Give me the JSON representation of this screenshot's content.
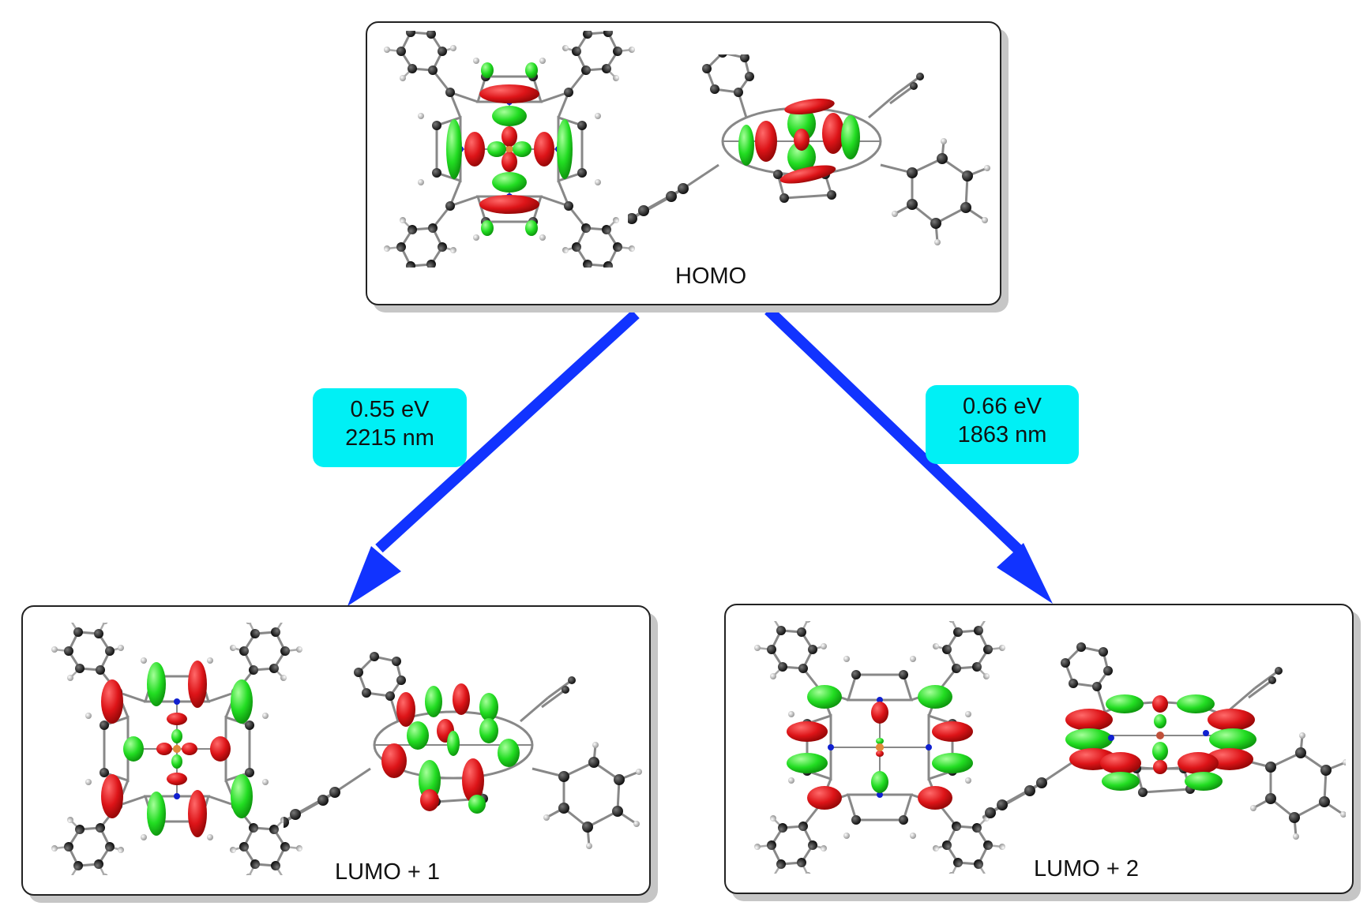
{
  "figure": {
    "type": "molecular-orbital transition diagram",
    "arrow_color": "#1133ff",
    "badge_color": "#00f0f5",
    "lobe_colors": {
      "positive": "#e0151a",
      "negative": "#22dd22"
    },
    "atom_colors": {
      "carbon": "#1a1a1a",
      "hydrogen": "#cccccc",
      "nitrogen": "#1020d0",
      "metal": "#e08a3a"
    }
  },
  "panels": {
    "homo": {
      "label": "HOMO"
    },
    "lumo1": {
      "label": "LUMO + 1"
    },
    "lumo2": {
      "label": "LUMO + 2"
    }
  },
  "transitions": [
    {
      "from": "HOMO",
      "to": "LUMO + 1",
      "energy": "0.55 eV",
      "wavelength": "2215 nm"
    },
    {
      "from": "HOMO",
      "to": "LUMO + 2",
      "energy": "0.66 eV",
      "wavelength": "1863 nm"
    }
  ]
}
